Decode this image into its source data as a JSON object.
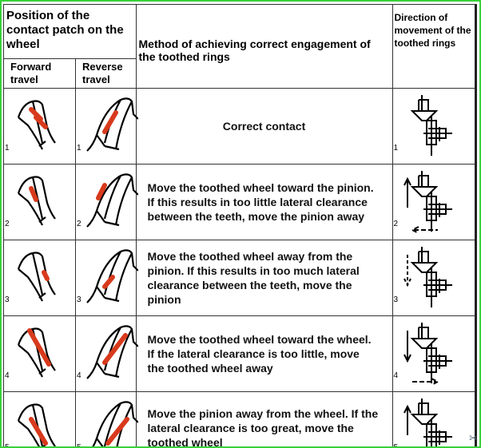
{
  "header": {
    "position_title": "Position of the contact patch on the wheel",
    "forward": "Forward travel",
    "reverse": "Reverse travel",
    "method": "Method of achieving correct engagement of the toothed rings",
    "direction": "Direction of movement of the toothed rings"
  },
  "rows": [
    {
      "n": "1",
      "text": "Correct contact"
    },
    {
      "n": "2",
      "text": "Move the toothed wheel toward the pinion. If this results in too little lateral clearance between the teeth, move the pinion away"
    },
    {
      "n": "3",
      "text": "Move the toothed wheel away from the pinion. If this results in too much lateral clearance between the teeth, move the pinion"
    },
    {
      "n": "4",
      "text": "Move the toothed wheel toward the wheel. If the lateral clearance is too little, move the toothed wheel away"
    },
    {
      "n": "5",
      "text": "Move the pinion away from the wheel. If the lateral clearance is too great, move the toothed wheel"
    }
  ],
  "colors": {
    "patch": "#d83a1c",
    "border": "#3ad13a"
  }
}
